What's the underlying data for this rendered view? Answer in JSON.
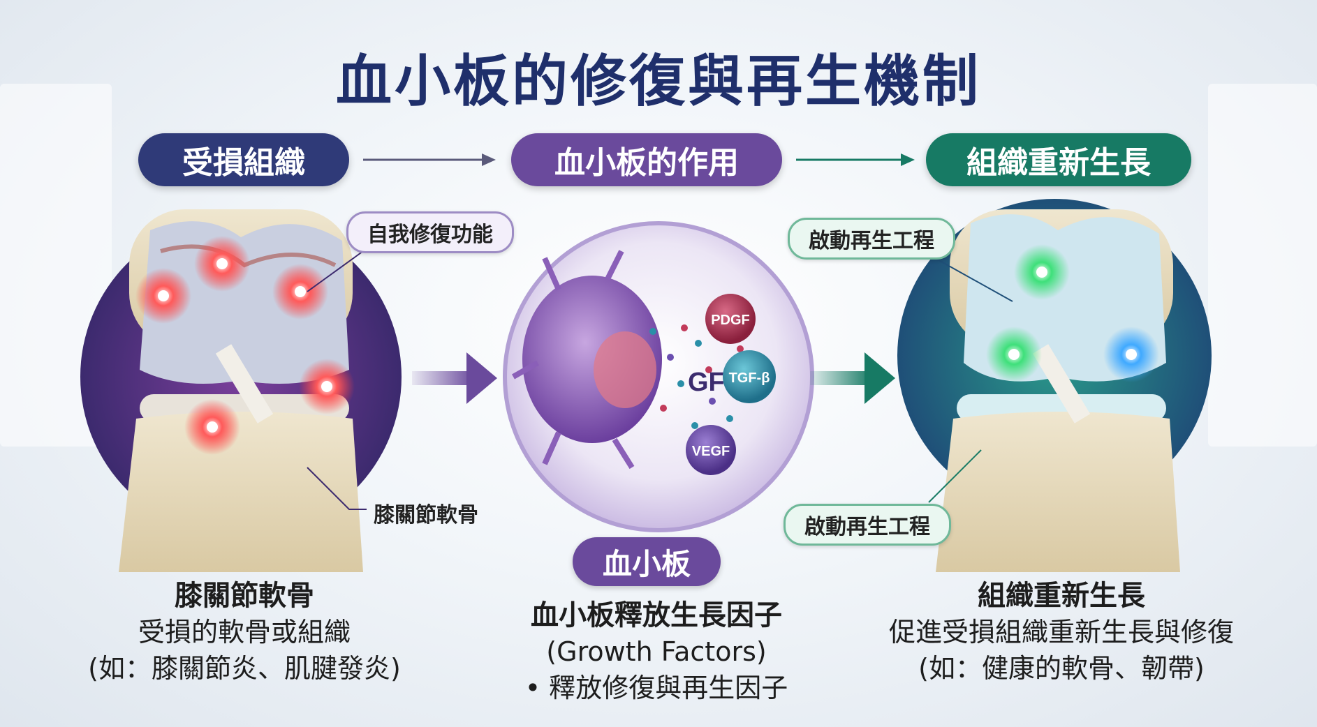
{
  "title": "血小板的修復與再生機制",
  "stages": {
    "damaged": "受損組織",
    "platelet": "血小板的作用",
    "regen": "組織重新生長"
  },
  "callouts": {
    "self_repair": "自我修復功能",
    "knee_cartilage": "膝關節軟骨",
    "regen_top": "啟動再生工程",
    "regen_bottom": "啟動再生工程"
  },
  "growth_factors": {
    "center": "GFs",
    "pdgf": "PDGF",
    "tgf": "TGF-β",
    "vegf": "VEGF"
  },
  "platelet_label": "血小板",
  "left_text": {
    "head": "膝關節軟骨",
    "line1": "受損的軟骨或組織",
    "line2": "(如：膝關節炎、肌腱發炎)"
  },
  "mid_text": {
    "head": "血小板釋放生長因子",
    "line1": "(Growth Factors)",
    "line2": "• 釋放修復與再生因子"
  },
  "right_text": {
    "head": "組織重新生長",
    "line1": "促進受損組織重新生長與修復",
    "line2": "(如：健康的軟骨、韌帶)"
  },
  "colors": {
    "navy": "#2f3a78",
    "purple": "#6a4a9c",
    "green": "#177a64",
    "inflammation": "#ff3b3b",
    "regen_glow": "#3ee07a",
    "regen_blue": "#3fa9ff"
  }
}
